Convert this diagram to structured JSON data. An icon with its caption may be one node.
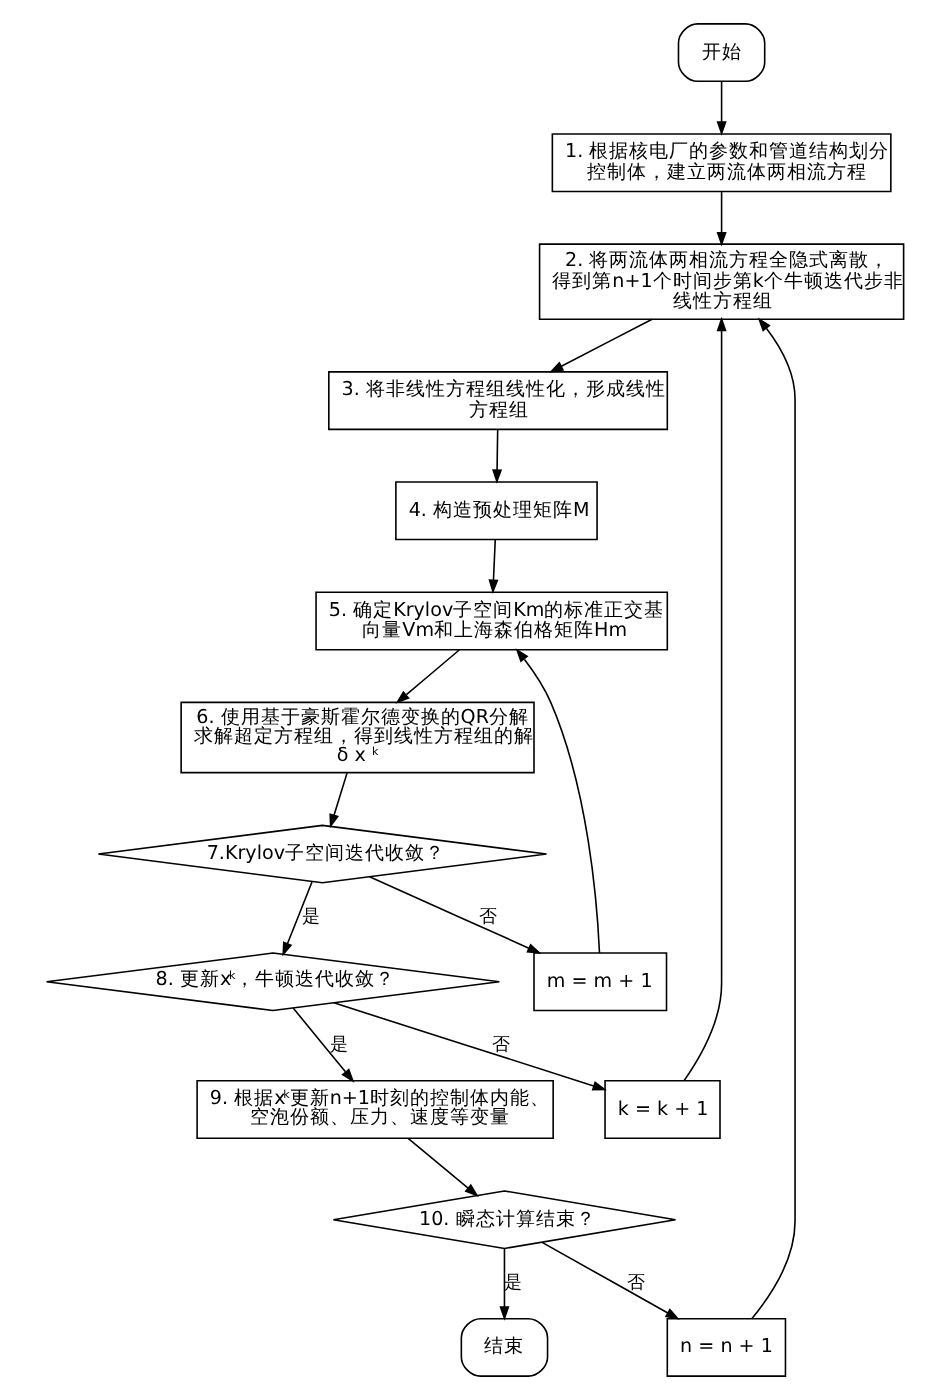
{
  "diagram": {
    "nodes": [
      {
        "text": [
          "开始"
        ]
      },
      {
        "text": [
          "1. 根据核电厂的参数和管道结构划分控制体，建立两流体两相流方程"
        ]
      },
      {
        "text": [
          "2. 将两流体两相流方程全隐式离散，得到第n+1个时间步第k个牛顿迭代步非线性方程组"
        ]
      },
      {
        "text": [
          "3. 将非线性方程组线性化，形成线性方程组"
        ]
      },
      {
        "text": [
          "4. 构造预处理矩阵M"
        ]
      },
      {
        "text": [
          "5. 确定Krylov子空间Km的标准正交基向量Vm和上海森伯格矩阵Hm"
        ]
      },
      {
        "text": [
          "6. 使用基于豪斯霍尔德变换的QR分解求解超定方程组，得到线性方程组的解 δ x$^{k}$"
        ]
      },
      {
        "text": [
          "7.Krylov子空间迭代收敛？"
        ]
      },
      {
        "text": [
          "8. 更新x$^{k}$，牛顿迭代收敛？"
        ]
      },
      {
        "text": [
          "9. 根据x$^{k}$更新n+1时刻的控制体内能、空泡份额、压力、速度等变量"
        ]
      },
      {
        "text": [
          "10. 瞬态计算结束？"
        ]
      },
      {
        "text": [
          "结束"
        ]
      },
      {
        "text": [
          "m = m + 1"
        ]
      },
      {
        "text": [
          "k = k + 1"
        ]
      },
      {
        "text": [
          "n = n + 1"
        ]
      }
    ],
    "edges": [
      {
        "from": 0,
        "to": 1,
        "arrow": "to"
      },
      {
        "from": 1,
        "to": 2,
        "arrow": "to"
      },
      {
        "from": 2,
        "to": 3,
        "arrow": "to"
      },
      {
        "from": 3,
        "to": 4,
        "arrow": "to"
      },
      {
        "from": 4,
        "to": 5,
        "arrow": "to"
      },
      {
        "from": 5,
        "to": 6,
        "arrow": "to"
      },
      {
        "from": 6,
        "to": 7,
        "arrow": "to"
      },
      {
        "from": 7,
        "to": 8,
        "arrow": "to",
        "label": "是"
      },
      {
        "from": 7,
        "to": 12,
        "arrow": "to",
        "label": "否"
      },
      {
        "from": 12,
        "to": 5,
        "arrow": "to"
      },
      {
        "from": 8,
        "to": 9,
        "arrow": "to",
        "label": "是"
      },
      {
        "from": 8,
        "to": 13,
        "arrow": "to",
        "label": "否"
      },
      {
        "from": 13,
        "to": 2,
        "arrow": "to"
      },
      {
        "from": 9,
        "to": 10,
        "arrow": "to"
      },
      {
        "from": 10,
        "to": 11,
        "arrow": "to",
        "label": "是"
      },
      {
        "from": 10,
        "to": 14,
        "arrow": "to",
        "label": "否"
      },
      {
        "from": 14,
        "to": 2,
        "arrow": "to"
      }
    ]
  }
}
